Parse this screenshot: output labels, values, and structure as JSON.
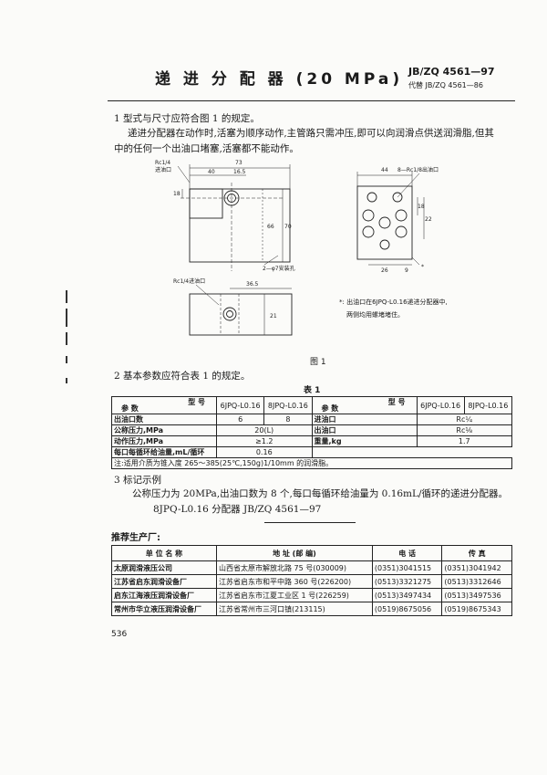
{
  "header": {
    "title": "递 进 分 配 器 (20 MPa)",
    "std_no": "JB/ZQ 4561—97",
    "replaces": "代替 JB/ZQ 4561—86"
  },
  "section1": {
    "heading": "1  型式与尺寸应符合图 1 的规定。",
    "p1": "递进分配器在动作时,活塞为顺序动作,主管路只需冲压,即可以向润滑点供送润滑脂,但其",
    "p2": "中的任何一个出油口堵塞,活塞都不能动作。"
  },
  "figure": {
    "front": {
      "dim_total": "73",
      "dim_40": "40",
      "dim_16_5": "16.5",
      "inlet": "Rc1/4",
      "inlet_label": "进油口",
      "dim_18": "18",
      "dim_66": "66",
      "dim_70": "70",
      "mount": "2—φ7安装孔"
    },
    "side": {
      "dim_44": "44",
      "outlet_label": "8—Rc1/8出油口",
      "dim_18": "18",
      "dim_22": "22",
      "dim_26": "26",
      "dim_9": "9",
      "star": "*"
    },
    "bottom": {
      "inlet": "Rc1/4进油口",
      "dim_36_5": "36.5",
      "dim_21": "21"
    },
    "note1": "*: 出油口在6JPQ-L0.16递进分配器中,",
    "note2": "两侧均用螺堵堵住。",
    "caption": "图 1"
  },
  "section2": {
    "heading": "2  基本参数应符合表 1 的规定。",
    "table_title": "表 1",
    "type_label": "型    号",
    "param_label": "参    数",
    "models": [
      "6JPQ-L0.16",
      "8JPQ-L0.16",
      "6JPQ-L0.16",
      "8JPQ-L0.16"
    ],
    "rows": [
      {
        "p": "出油口数",
        "a": "6",
        "b": "8",
        "p2": "进油口",
        "v2": "Rc¼"
      },
      {
        "p": "公称压力,MPa",
        "ab": "20(L)",
        "p2": "出油口",
        "v2": "Rc⅛"
      },
      {
        "p": "动作压力,MPa",
        "ab": "≥1.2",
        "p2": "重量,kg",
        "v2": "1.7"
      },
      {
        "p": "每口每循环给油量,mL/循环",
        "ab": "0.16"
      }
    ],
    "note": "注:适用介质为锥入度 265～385(25℃,150g)1/10mm 的润滑脂。"
  },
  "section3": {
    "heading": "3  标记示例",
    "p1": "公称压力为 20MPa,出油口数为 8 个,每口每循环给油量为 0.16mL/循环的递进分配器。",
    "p2": "8JPQ-L0.16  分配器  JB/ZQ 4561—97"
  },
  "makers": {
    "heading": "推荐生产厂:",
    "headers": [
      "单  位  名  称",
      "地  址 (邮  编)",
      "电    话",
      "传    真"
    ],
    "rows": [
      [
        "太原润滑液压公司",
        "山西省太原市解放北路 75 号(030009)",
        "(0351)3041515",
        "(0351)3041942"
      ],
      [
        "江苏省启东润滑设备厂",
        "江苏省启东市和平中路 360 号(226200)",
        "(0513)3321275",
        "(0513)3312646"
      ],
      [
        "启东江海液压润滑设备厂",
        "江苏省启东市江夏工业区 1 号(226259)",
        "(0513)3497434",
        "(0513)3497536"
      ],
      [
        "常州市华立液压润滑设备厂",
        "江苏省常州市三河口镇(213115)",
        "(0519)8675056",
        "(0519)8675343"
      ]
    ]
  },
  "page_number": "536"
}
